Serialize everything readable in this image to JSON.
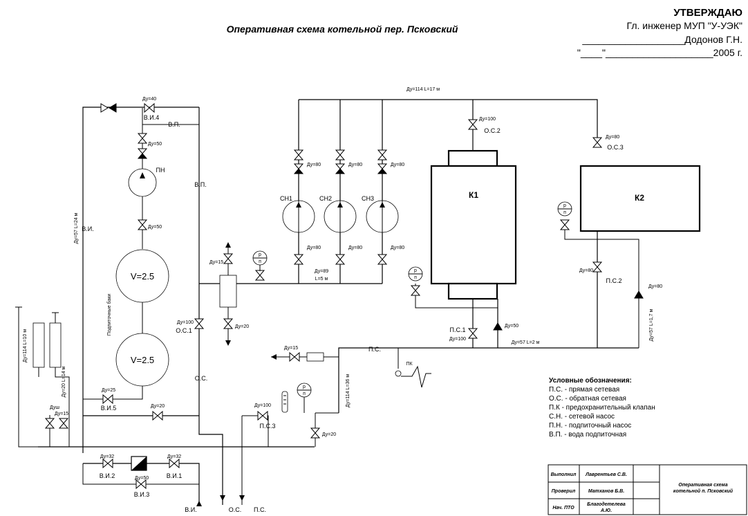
{
  "title": "Оперативная схема котельной пер. Псковский",
  "approval": {
    "heading": "УТВЕРЖДАЮ",
    "position": "Гл. инженер МУП \"У-УЭК\"",
    "signature_line": "___________________Додонов Г.Н.",
    "date_line": "\"____\"____________________2005 г."
  },
  "boilers": {
    "k1": "К1",
    "k2": "К2"
  },
  "pumps": {
    "ch1": "СН1",
    "ch2": "СН2",
    "ch3": "СН3",
    "pn": "ПН"
  },
  "tanks": {
    "upper": "V=2.5",
    "lower": "V=2.5",
    "caption": "Подпиточные баки"
  },
  "pipe_labels": {
    "main_top": "Ду=114 L=17 м",
    "du89": "Ду=89",
    "l5": "L=5 м",
    "k_bottom": "Ду=57 L=2 м",
    "k2_right": "Ду=57 L=1,7 м",
    "left_v": "Ду=57 L=24 м",
    "mid_v": "Ду=114 L=36 м",
    "far_left_a": "Ду=114 L=10 м",
    "far_left_b": "Ду=20 L=14 м"
  },
  "valves": {
    "du40": "Ду=40",
    "vi4": "В.И.4",
    "du50_a": "Ду=50",
    "du50_b": "Ду=50",
    "du80_1": "Ду=80",
    "du80_2": "Ду=80",
    "du80_3": "Ду=80",
    "du80_4": "Ду=80",
    "du80_5": "Ду=80",
    "du80_6": "Ду=80",
    "du100_os2": "Ду=100",
    "os2": "О.С.2",
    "du80_os3": "Ду=80",
    "os3": "О.С.3",
    "du15_a": "Ду=15",
    "du20_a": "Ду=20",
    "du100_os1": "Ду=100",
    "os1": "О.С.1",
    "du80_ps2": "Ду=80",
    "ps2": "П.С.2",
    "du80_r": "Ду=80",
    "ps1": "П.С.1",
    "du100_ps1": "Ду=100",
    "du50_c": "Ду=50",
    "du15_b": "Ду=15",
    "pk": "ПК",
    "du25": "Ду=25",
    "vi5": "В.И.5",
    "du20_b": "Ду=20",
    "du100_ps3": "Ду=100",
    "ps3": "П.С.3",
    "du20_c": "Ду=20",
    "du_sh": "Душ",
    "du15_c": "Ду=15",
    "du32_a": "Ду=32",
    "vi2": "В.И.2",
    "du32_b": "Ду=32",
    "vi1": "В.И.1",
    "du50_d": "Ду=50",
    "vi3": "В.И.3"
  },
  "line_labels": {
    "vp_top": "В.П.",
    "vp_mid": "В.П.",
    "vi": "В.И.",
    "os_mid": "О.С.",
    "ps_mid": "П.С."
  },
  "gauge": {
    "p": "р",
    "n": "п"
  },
  "bottom_labels": {
    "vi": "В.И.",
    "os": "О.С.",
    "ps": "П.С."
  },
  "legend": {
    "title": "Условные обозначения:",
    "items": [
      "П.С. - прямая сетевая",
      "О.С. - обратная сетевая",
      "П.К - предохранительный клапан",
      "С.Н. - сетевой насос",
      "П.Н. - подпиточный насос",
      "В.П. - вода подпиточная"
    ]
  },
  "stamp": {
    "r1_label": "Выполнил",
    "r1_name": "Лаврентьев С.В.",
    "r2_label": "Проверил",
    "r2_name": "Матханов Б.В.",
    "r3_label": "Нач. ПТО",
    "r3_name_1": "Благодетелева",
    "r3_name_2": "А.Ю.",
    "title_1": "Оперативная схема",
    "title_2": "котельной  п. Псковский"
  }
}
